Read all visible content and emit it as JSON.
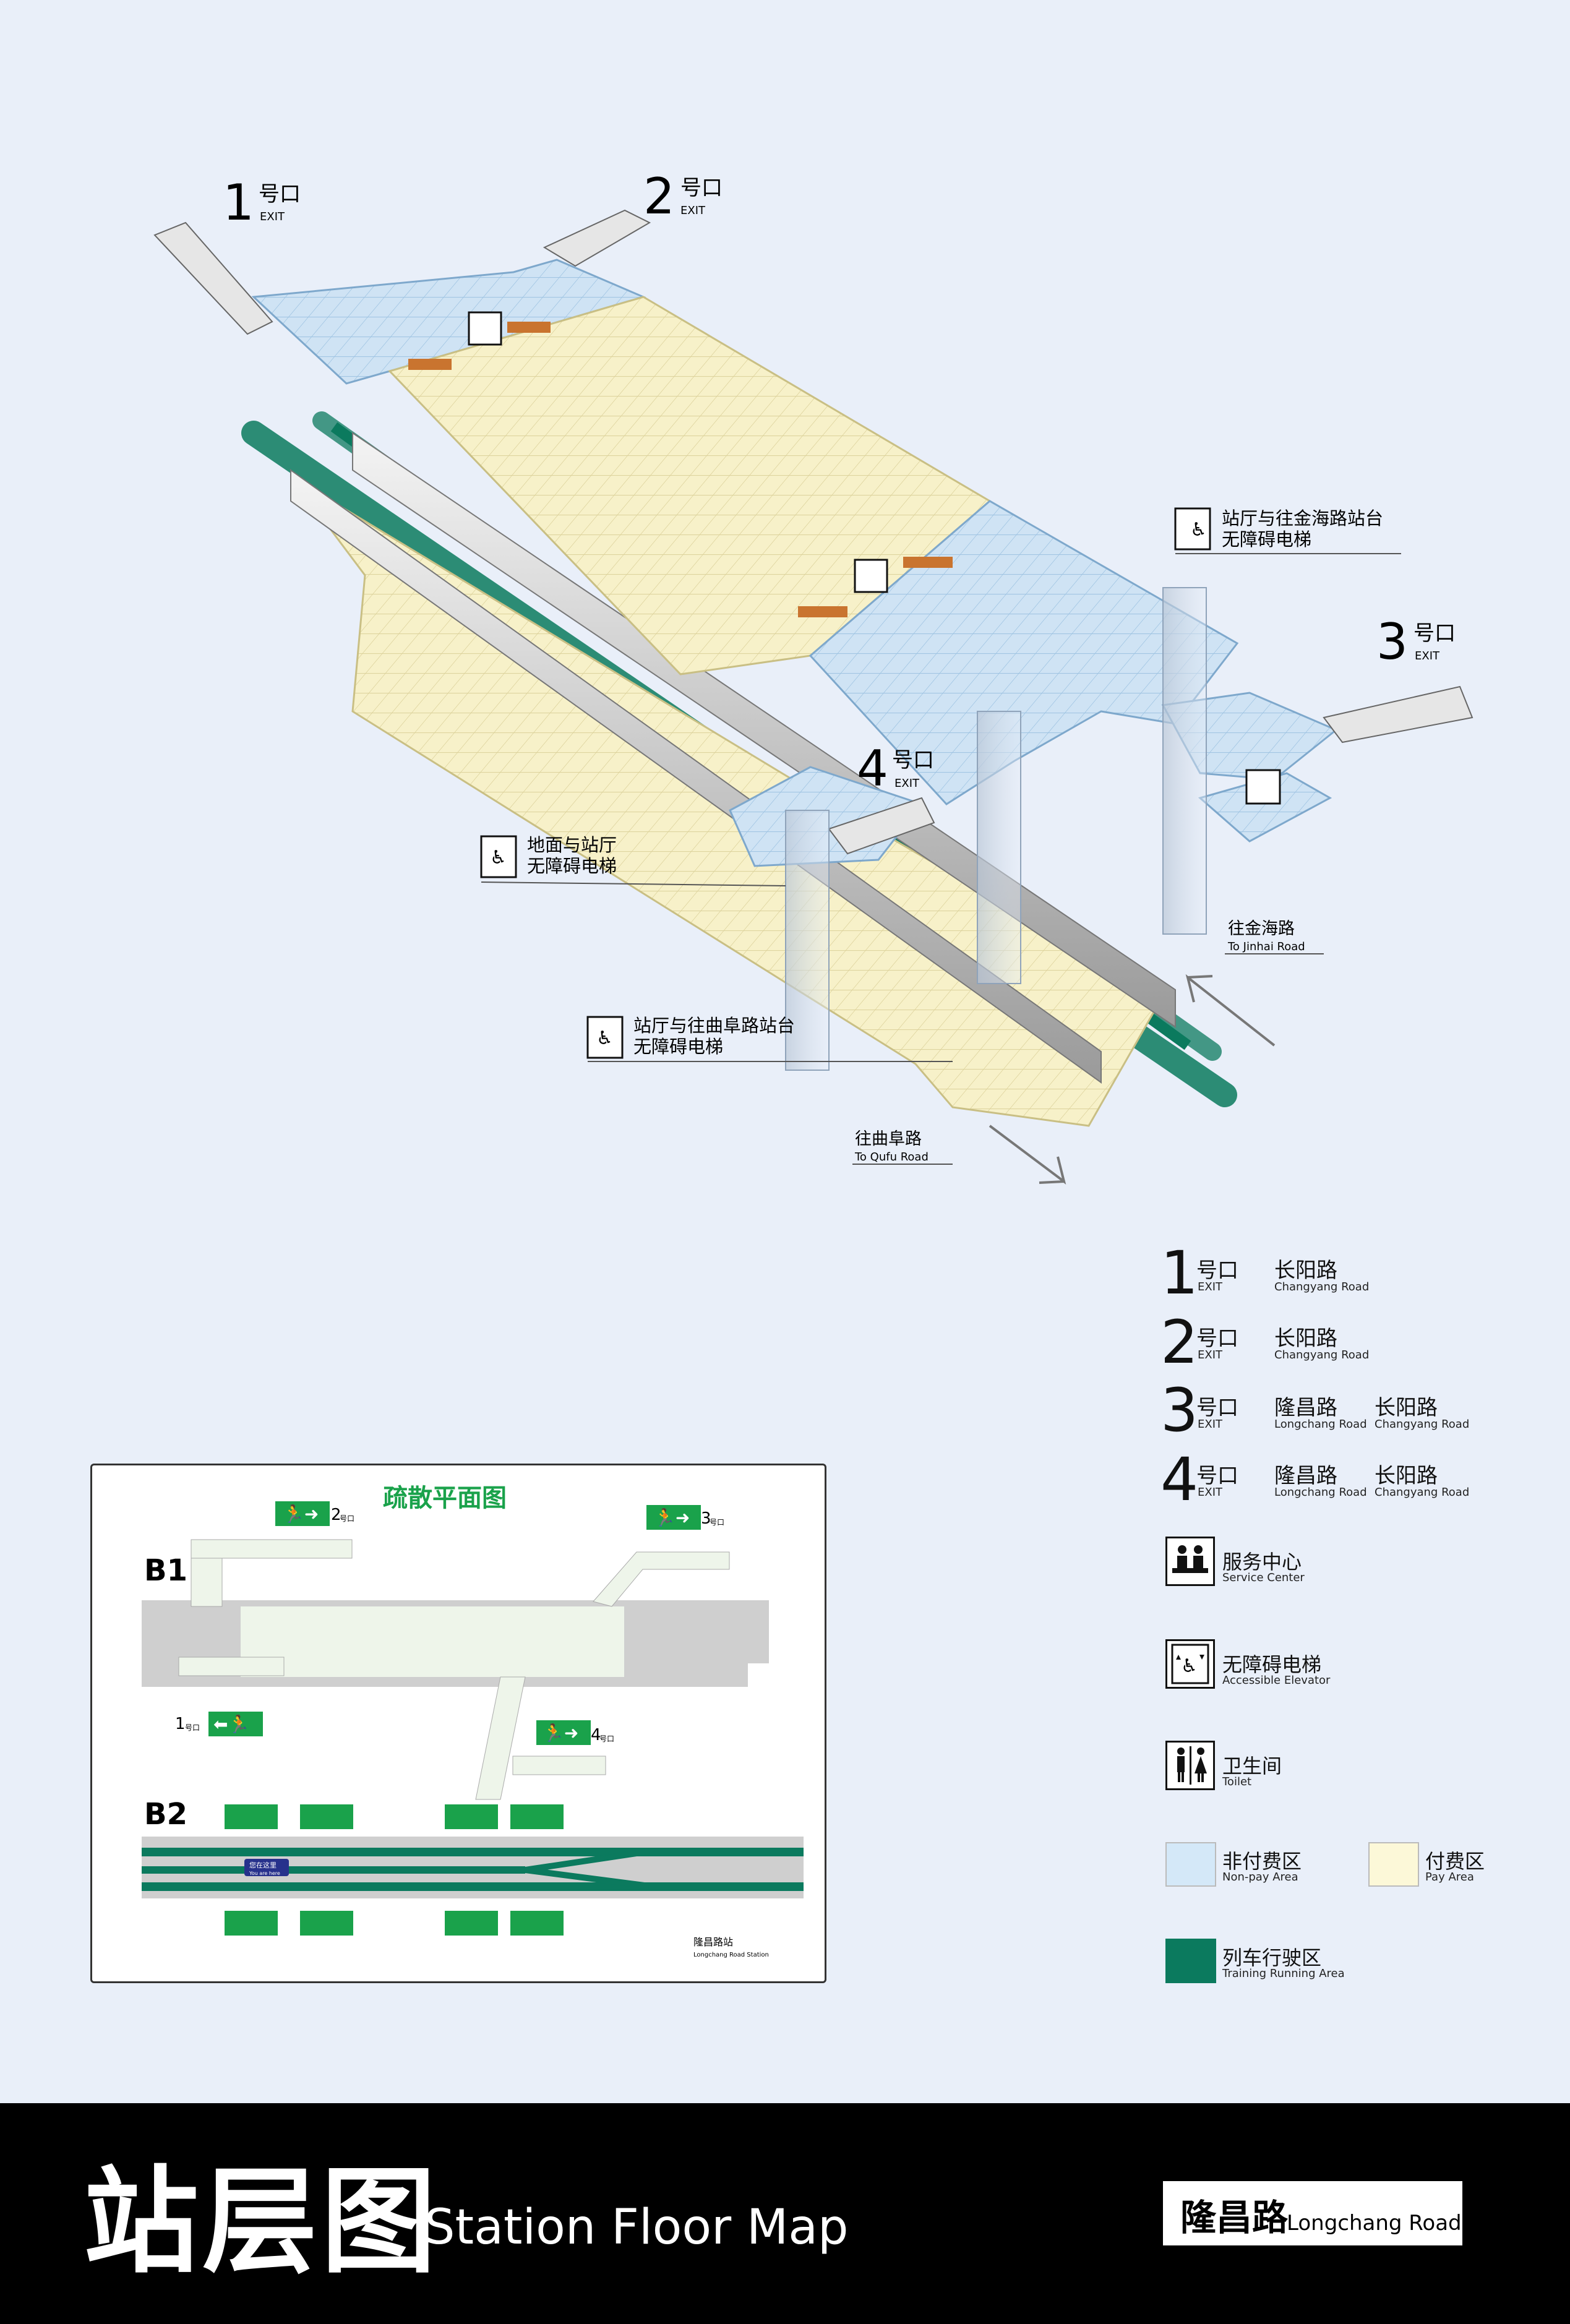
{
  "exits": [
    {
      "num": "1",
      "label": "号口",
      "en": "EXIT"
    },
    {
      "num": "2",
      "label": "号口",
      "en": "EXIT"
    },
    {
      "num": "3",
      "label": "号口",
      "en": "EXIT"
    },
    {
      "num": "4",
      "label": "号口",
      "en": "EXIT"
    }
  ],
  "callouts": {
    "elevator_jinhai_cn_1": "站厅与往金海路站台",
    "elevator_jinhai_cn_2": "无障碍电梯",
    "elevator_ground_cn_1": "地面与站厅",
    "elevator_ground_cn_2": "无障碍电梯",
    "elevator_qufu_cn_1": "站厅与往曲阜路站台",
    "elevator_qufu_cn_2": "无障碍电梯"
  },
  "directions": {
    "jinhai_cn": "往金海路",
    "jinhai_en": "To Jinhai Road",
    "qufu_cn": "往曲阜路",
    "qufu_en": "To Qufu Road"
  },
  "legend": {
    "exits": [
      {
        "num": "1",
        "label": "号口",
        "en": "EXIT",
        "road1_cn": "长阳路",
        "road1_en": "Changyang Road",
        "road2_cn": "",
        "road2_en": ""
      },
      {
        "num": "2",
        "label": "号口",
        "en": "EXIT",
        "road1_cn": "长阳路",
        "road1_en": "Changyang Road",
        "road2_cn": "",
        "road2_en": ""
      },
      {
        "num": "3",
        "label": "号口",
        "en": "EXIT",
        "road1_cn": "隆昌路",
        "road1_en": "Longchang Road",
        "road2_cn": "长阳路",
        "road2_en": "Changyang Road"
      },
      {
        "num": "4",
        "label": "号口",
        "en": "EXIT",
        "road1_cn": "隆昌路",
        "road1_en": "Longchang Road",
        "road2_cn": "长阳路",
        "road2_en": "Changyang Road"
      }
    ],
    "service_cn": "服务中心",
    "service_en": "Service Center",
    "elevator_cn": "无障碍电梯",
    "elevator_en": "Accessible Elevator",
    "toilet_cn": "卫生间",
    "toilet_en": "Toilet",
    "nonpay_cn": "非付费区",
    "nonpay_en": "Non-pay Area",
    "pay_cn": "付费区",
    "pay_en": "Pay Area",
    "running_cn": "列车行驶区",
    "running_en": "Training Running Area",
    "colors": {
      "nonpay": "#d4e8f8",
      "pay": "#fcf8d8",
      "running": "#0b7a5e"
    }
  },
  "evac": {
    "title": "疏散平面图",
    "b1": "B1",
    "b2": "B2",
    "you_are_here_cn": "您在这里",
    "you_are_here_en": "You are here",
    "station_cn": "隆昌路站",
    "station_en": "Longchang Road Station",
    "exit_labels": [
      "1",
      "2",
      "3",
      "4"
    ],
    "exit_suffix": "号口"
  },
  "footer": {
    "title_cn": "站层图",
    "title_en": "Station Floor Map",
    "station_cn": "隆昌路",
    "station_en": "Longchang Road"
  }
}
